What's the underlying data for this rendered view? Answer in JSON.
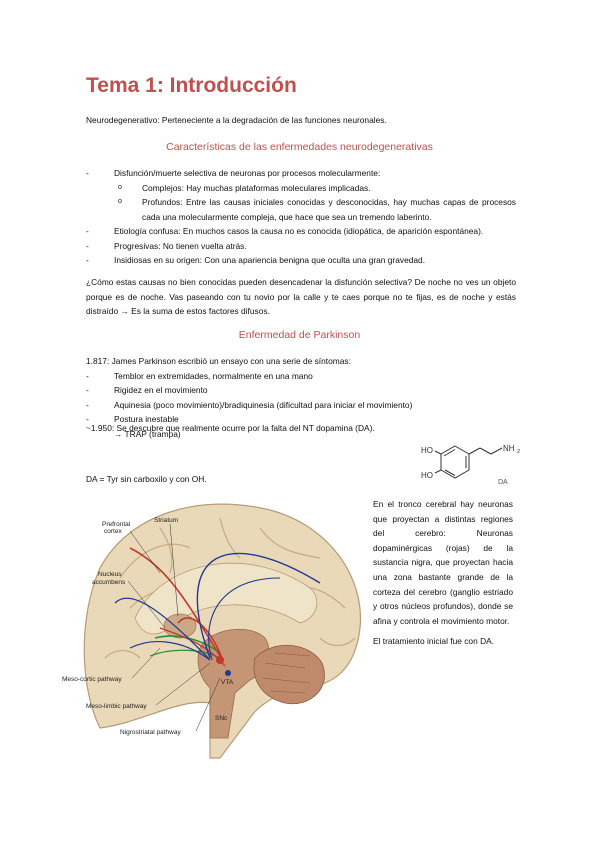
{
  "title": "Tema 1: Introducción",
  "intro": "Neurodegenerativo: Perteneciente a la degradación de las funciones neuronales.",
  "section1": {
    "heading": "Características de las enfermedades neurodegenerativas",
    "bullets": [
      "Disfunción/muerte selectiva de neuronas por procesos molecularmente:",
      "Etiología confusa: En muchos casos la causa no es conocida (idiopática, de aparición espontánea).",
      "Progresivas: No tienen vuelta atrás.",
      "Insidiosas en su origen: Con una apariencia benigna que oculta una gran gravedad."
    ],
    "sub": [
      "Complejos: Hay muchas plataformas moleculares implicadas.",
      "Profundos: Entre las causas iniciales conocidas y desconocidas, hay muchas capas de procesos cada una molecularmente compleja, que hace que sea un tremendo laberinto."
    ],
    "paragraph": "¿Cómo estas causas no bien conocidas pueden desencadenar la disfunción selectiva? De noche no ves un objeto porque es de noche. Vas paseando con tu novio por la calle y te caes porque no te fijas, es de noche y estás distraído → Es la suma de estos factores difusos."
  },
  "section2": {
    "heading": "Enfermedad de Parkinson",
    "lead": "1.817: James Parkinson escribió un ensayo con una serie de síntomas:",
    "bullets": [
      "Temblor en extremidades, normalmente en una mano",
      "Rigidez en el movimiento",
      "Aquinesia (poco movimiento)/bradiquinesia (dificultad para iniciar el movimiento)",
      "Postura inestable"
    ],
    "trap": "→ TRAP (trampa)",
    "discovery": "~1.950: Se descubre que realmente ocurre por la falta del NT dopamina (DA).",
    "da_def": "DA = Tyr sin carboxilo y con OH.",
    "side_text": "En el tronco cerebral hay neuronas que proyectan a distintas regiones del cerebro: Neuronas dopaminérgicas (rojas) de la sustancia nigra, que proyectan hacia una zona bastante grande de la corteza del cerebro (ganglio estriado y otros núcleos profundos), donde se afina y controla el movimiento motor.",
    "side_text2": "El tratamiento inicial fue con DA."
  },
  "molecule": {
    "ho1": "HO",
    "ho2": "HO",
    "nh2": "NH",
    "nh2_sub": "2",
    "label": "DA"
  },
  "brain_labels": {
    "prefrontal": "Prefrontal",
    "cortex": "cortex",
    "striatum": "Striatum",
    "nucleus": "Nucleus",
    "accumbens": "accumbens",
    "vta": "VTA",
    "snc": "SNc",
    "mesocortic": "Meso-cortic pathway",
    "mesolimbic": "Meso-limbic pathway",
    "nigrostriatal": "Nigrostriatal pathway"
  },
  "colors": {
    "heading": "#c0504d",
    "dopamine_path": "#c0392b",
    "blue_path": "#1f3a93",
    "green_path": "#2e8b3a"
  }
}
